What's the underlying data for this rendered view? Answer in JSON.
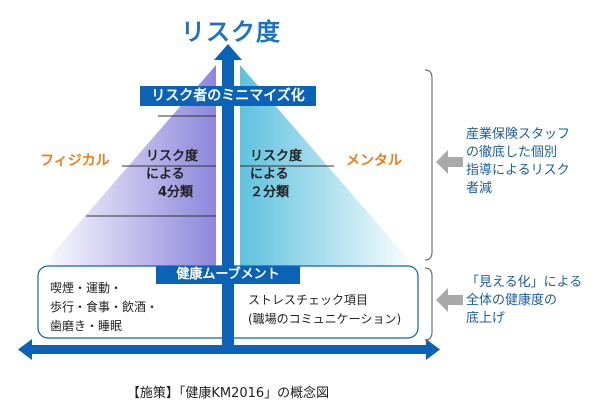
{
  "title": "リスク度",
  "minimize_banner": "リスク者のミニマイズ化",
  "movement_banner": "健康ムーブメント",
  "left_side": {
    "label": "フィジカル",
    "inner_text": [
      "リスク度",
      "による",
      "4分類"
    ],
    "bottom_text": [
      "喫煙・運動・",
      "歩行・食事・飲酒・",
      "歯磨き・睡眠"
    ]
  },
  "right_side": {
    "label": "メンタル",
    "inner_text": [
      "リスク度",
      "による",
      "２分類"
    ],
    "bottom_text": [
      "ストレスチェック項目",
      "(職場のコミュニケーション)"
    ]
  },
  "note_top": [
    "産業保険スタッフ",
    "の徹底した個別",
    "指導によるリスク",
    "者減"
  ],
  "note_bottom": [
    "「見える化」による",
    "全体の健康度の",
    "底上げ"
  ],
  "caption": "【施策】「健康KM2016」の概念図",
  "colors": {
    "accent_blue": "#0b63b8",
    "title_blue": "#1a73c4",
    "orange": "#f07d1a",
    "physical_purple": "#8e86dc",
    "mental_cyan": "#5ec2de",
    "arrow_gray": "#a9a9a9"
  }
}
